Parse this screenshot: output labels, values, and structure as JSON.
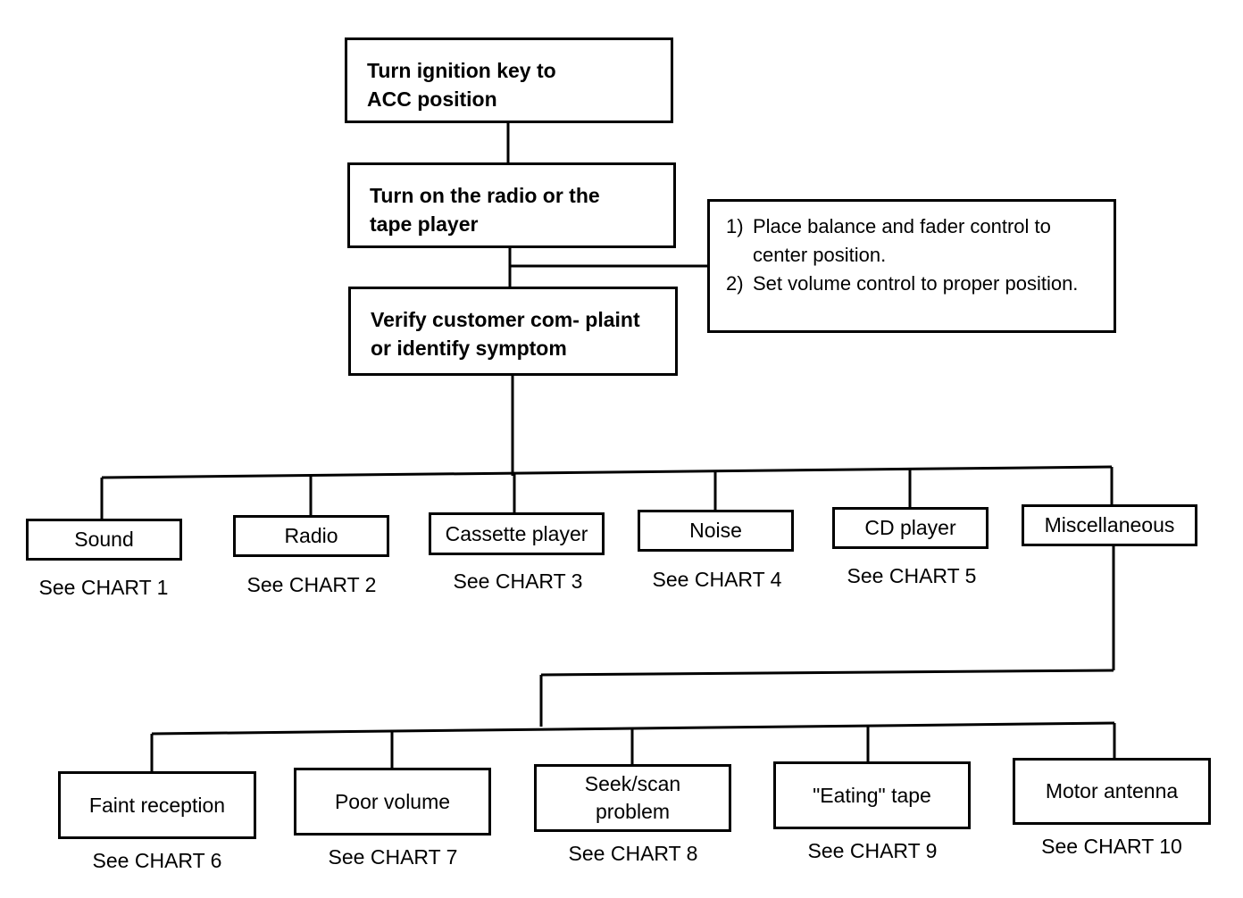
{
  "steps": [
    "Turn ignition key to ACC position",
    "Turn on the radio or the tape player",
    "Verify customer com- plaint  or identify symptom"
  ],
  "setup_notes": [
    {
      "num": "1)",
      "text": "Place balance and fader control to center position."
    },
    {
      "num": "2)",
      "text": "Set volume control to proper position."
    }
  ],
  "categories": [
    {
      "label": "Sound",
      "ref": "See CHART 1"
    },
    {
      "label": "Radio",
      "ref": "See CHART 2"
    },
    {
      "label": "Cassette player",
      "ref": "See CHART 3"
    },
    {
      "label": "Noise",
      "ref": "See CHART 4"
    },
    {
      "label": "CD player",
      "ref": "See CHART 5"
    },
    {
      "label": "Miscellaneous",
      "ref": ""
    }
  ],
  "misc_items": [
    {
      "label": "Faint reception",
      "ref": "See CHART 6"
    },
    {
      "label": "Poor volume",
      "ref": "See CHART 7"
    },
    {
      "label": "Seek/scan problem",
      "ref": "See CHART 8"
    },
    {
      "label": "\"Eating\" tape",
      "ref": "See CHART 9"
    },
    {
      "label": "Motor antenna",
      "ref": "See CHART 10"
    }
  ]
}
